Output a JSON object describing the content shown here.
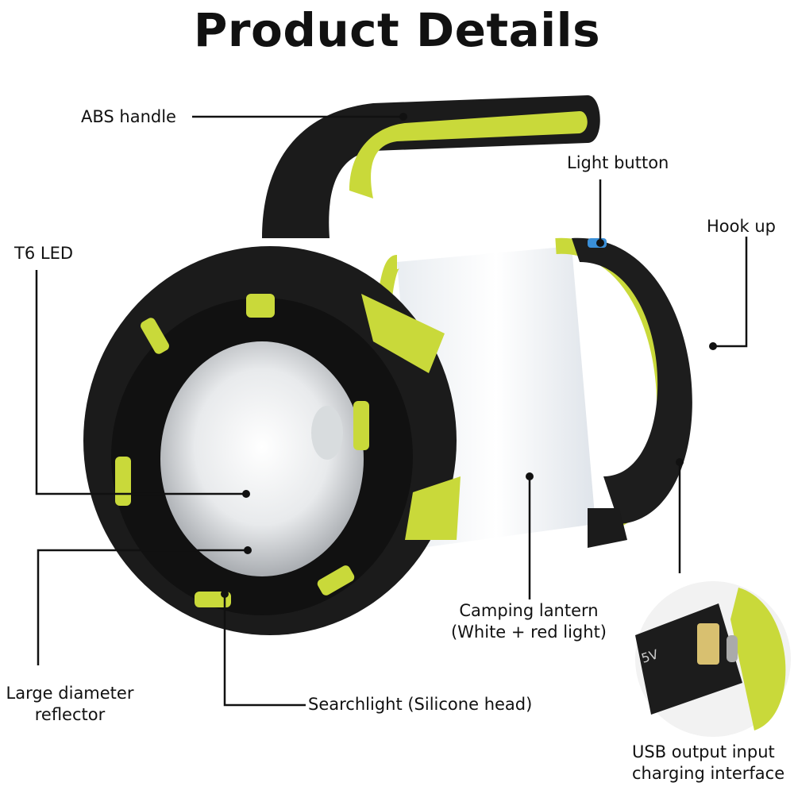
{
  "title": "Product Details",
  "colors": {
    "accent": "#c9d93a",
    "body": "#1a1a1a",
    "lantern": "#f4f6f8",
    "leader": "#111111"
  },
  "callouts": {
    "abs_handle": "ABS handle",
    "light_button": "Light button",
    "hook_up": "Hook up",
    "t6_led": "T6 LED",
    "large_reflector_1": "Large diameter",
    "large_reflector_2": "reflector",
    "searchlight": "Searchlight (Silicone head)",
    "camping_1": "Camping lantern",
    "camping_2": "(White + red light)",
    "usb_1": "USB output input",
    "usb_2": "charging interface"
  },
  "usb_inset": {
    "port_label": "5V"
  }
}
